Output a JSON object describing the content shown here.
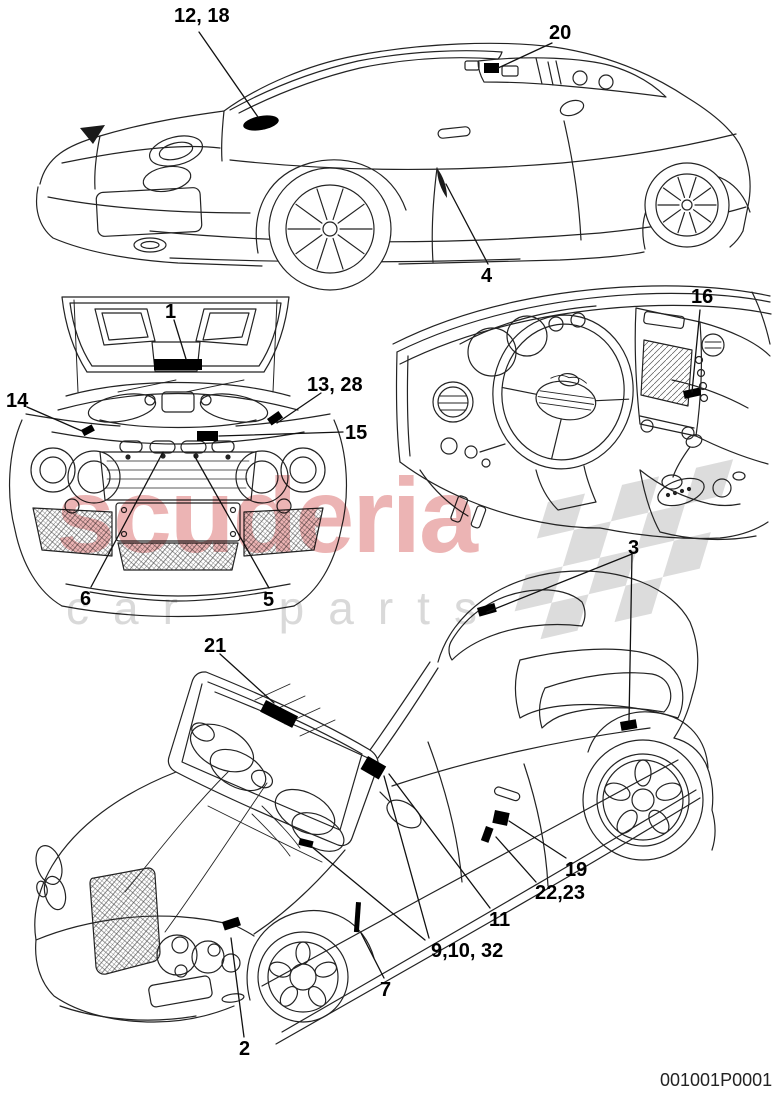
{
  "page": {
    "background_color": "#ffffff",
    "diagram_code": "001001P0001"
  },
  "watermark": {
    "line1": "scuderia",
    "line2": "car parts",
    "line1_color": "#d96a6a",
    "line2_color": "#d9d9d9",
    "flag_color": "#d9d9d9"
  },
  "diagram": {
    "views": [
      {
        "name": "rear-three-quarter-exterior",
        "callouts": [
          {
            "label": "12, 18"
          },
          {
            "label": "20"
          },
          {
            "label": "4"
          }
        ]
      },
      {
        "name": "front-bonnet-open",
        "callouts": [
          {
            "label": "1"
          },
          {
            "label": "14"
          },
          {
            "label": "13, 28"
          },
          {
            "label": "15"
          },
          {
            "label": "6"
          },
          {
            "label": "5"
          }
        ]
      },
      {
        "name": "interior-dashboard",
        "callouts": [
          {
            "label": "16"
          }
        ]
      },
      {
        "name": "front-three-quarter-top",
        "callouts": [
          {
            "label": "3"
          },
          {
            "label": "21"
          },
          {
            "label": "2"
          },
          {
            "label": "7"
          },
          {
            "label": "9,10, 32"
          },
          {
            "label": "11"
          },
          {
            "label": "22,23"
          },
          {
            "label": "19"
          }
        ]
      }
    ]
  }
}
